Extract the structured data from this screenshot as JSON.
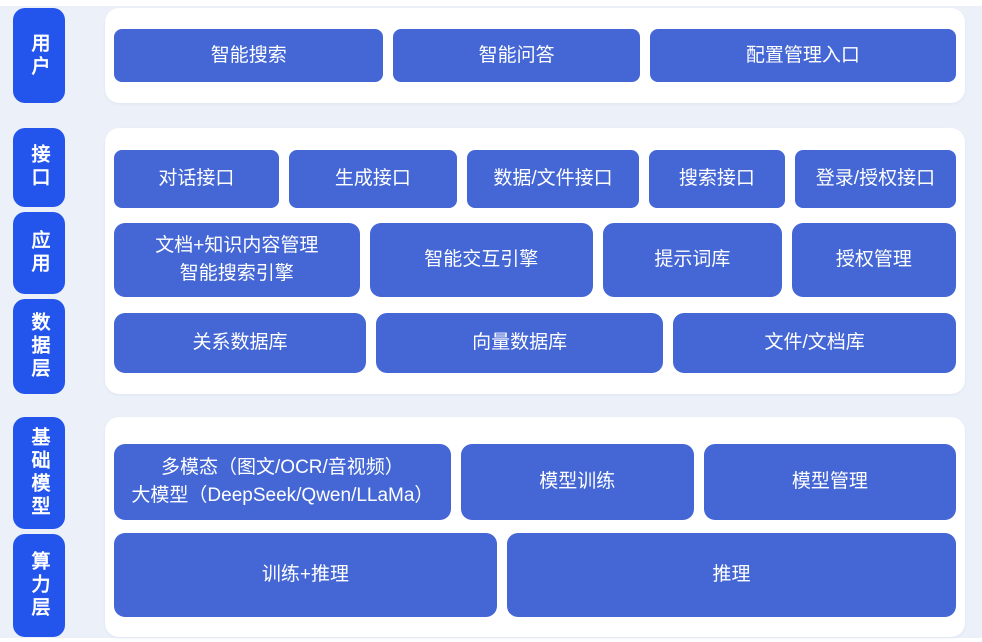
{
  "palette": {
    "page_bg": "#ecf1f9",
    "panel_bg": "#ffffff",
    "layer_label_blue": "#2355ec",
    "box_blue": "#4467d5",
    "text_white": "#ffffff"
  },
  "sections": [
    {
      "labels": [
        "用户"
      ],
      "rows": [
        [
          "智能搜索",
          "智能问答",
          "配置管理入口"
        ]
      ]
    },
    {
      "labels": [
        "接口",
        "应用",
        "数据层"
      ],
      "rows": [
        [
          "对话接口",
          "生成接口",
          "数据/文件接口",
          "搜索接口",
          "登录/授权接口"
        ],
        [
          "文档+知识内容管理\n智能搜索引擎",
          "智能交互引擎",
          "提示词库",
          "授权管理"
        ],
        [
          "关系数据库",
          "向量数据库",
          "文件/文档库"
        ]
      ]
    },
    {
      "labels": [
        "基础模型",
        "算力层"
      ],
      "rows": [
        [
          "多模态（图文/OCR/音视频）\n大模型（DeepSeek/Qwen/LLaMa）",
          "模型训练",
          "模型管理"
        ],
        [
          "训练+推理",
          "推理"
        ]
      ]
    }
  ]
}
